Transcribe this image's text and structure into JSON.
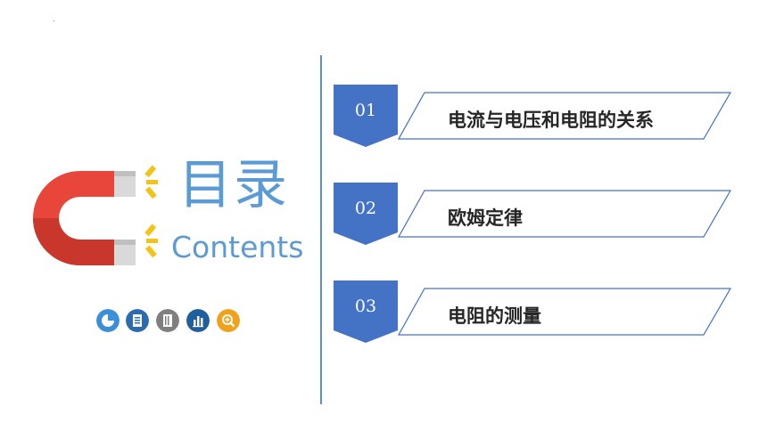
{
  "header": {
    "title": "目录",
    "subtitle": "Contents"
  },
  "icons": [
    {
      "name": "pie-chart-icon",
      "color": "#3a8fd8"
    },
    {
      "name": "document-list-icon",
      "color": "#2b6cb0"
    },
    {
      "name": "notebook-icon",
      "color": "#7f7f7f"
    },
    {
      "name": "bar-chart-icon",
      "color": "#1f5f9e"
    },
    {
      "name": "magnifier-icon",
      "color": "#f0a21c"
    }
  ],
  "items": [
    {
      "number": "01",
      "label": "电流与电压和电阻的关系"
    },
    {
      "number": "02",
      "label": "欧姆定律"
    },
    {
      "number": "03",
      "label": "电阻的测量"
    }
  ],
  "colors": {
    "accent_blue": "#4472c4",
    "title_blue": "#5b9bd5",
    "magnet_red": "#e8463a",
    "spark_yellow": "#f3c318"
  }
}
